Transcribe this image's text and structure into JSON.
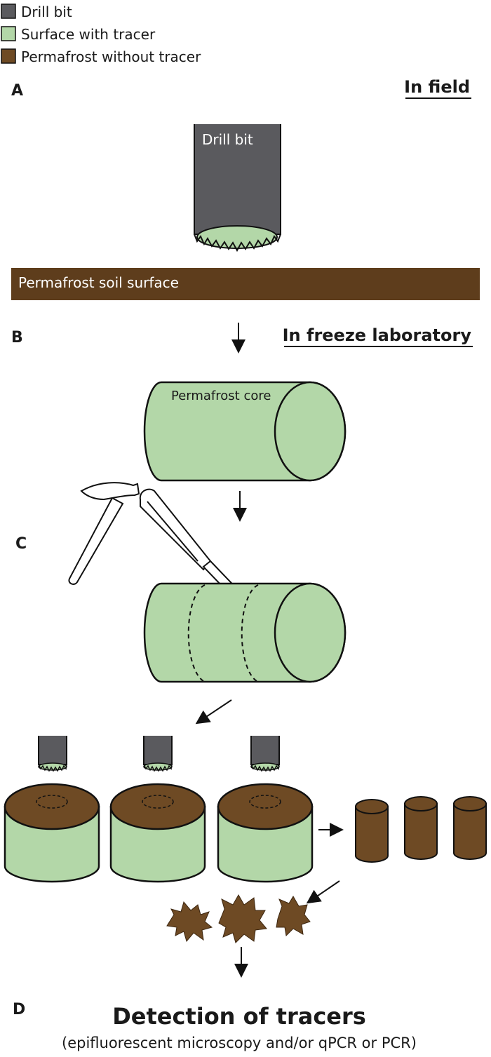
{
  "legend": {
    "items": [
      {
        "label": "Drill bit",
        "color": "#5a5a5e"
      },
      {
        "label": "Surface with tracer",
        "color": "#b3d7a8"
      },
      {
        "label": "Permafrost without tracer",
        "color": "#6e4a24"
      }
    ]
  },
  "colors": {
    "drill": "#5a5a5e",
    "tracer": "#b3d7a8",
    "permafrost": "#6e4a24",
    "soil_band": "#5e3d1c",
    "outline": "#111111"
  },
  "panels": {
    "a": {
      "letter": "A",
      "heading": "In field",
      "drill_label": "Drill bit",
      "soil_label": "Permafrost soil surface"
    },
    "b": {
      "letter": "B",
      "heading": "In freeze laboratory",
      "core_label": "Permafrost core"
    },
    "c": {
      "letter": "C"
    },
    "d": {
      "letter": "D",
      "title": "Detection of tracers",
      "subtitle": "(epifluorescent microscopy and/or qPCR or PCR)"
    }
  },
  "icons": [
    "hammer-icon",
    "chisel-icon",
    "arrow-down-icon"
  ]
}
